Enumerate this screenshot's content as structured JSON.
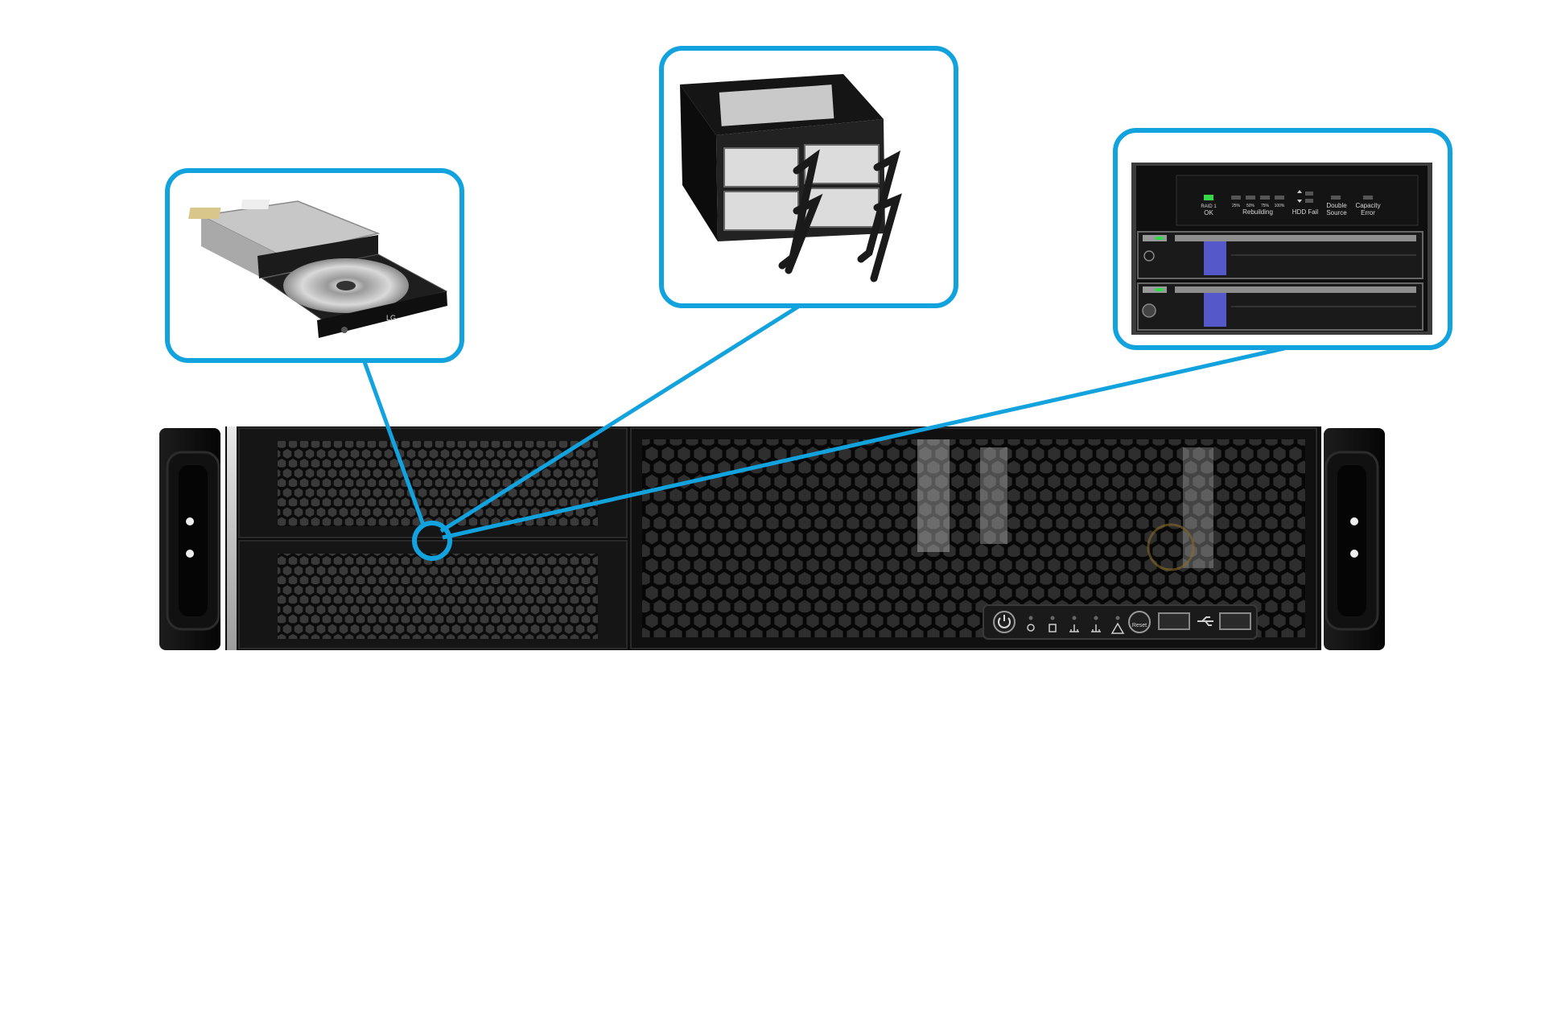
{
  "diagram": {
    "accent_color": "#12a3df",
    "chassis": {
      "front_panel": {
        "icons": [
          "power-icon",
          "light-icon",
          "hdd-icon",
          "lan1-icon",
          "lan2-icon",
          "warning-icon"
        ],
        "reset_label": "Reset",
        "usb_symbol": "usb-icon"
      }
    },
    "callouts": [
      {
        "name": "optical-drive",
        "brand_label": "LG"
      },
      {
        "name": "mobile-rack-4-bay"
      },
      {
        "name": "raid-rack-2-bay",
        "status_panel": {
          "raid_mode": "RAID 1",
          "ok_label": "OK",
          "percent_labels": [
            "25%",
            "50%",
            "75%",
            "100%"
          ],
          "rebuilding_label": "Rebuilding",
          "hdd_fail_label": "HDD Fail",
          "double_source": [
            "Double",
            "Source"
          ],
          "capacity_error": [
            "Capacity",
            "Error"
          ]
        }
      }
    ]
  }
}
